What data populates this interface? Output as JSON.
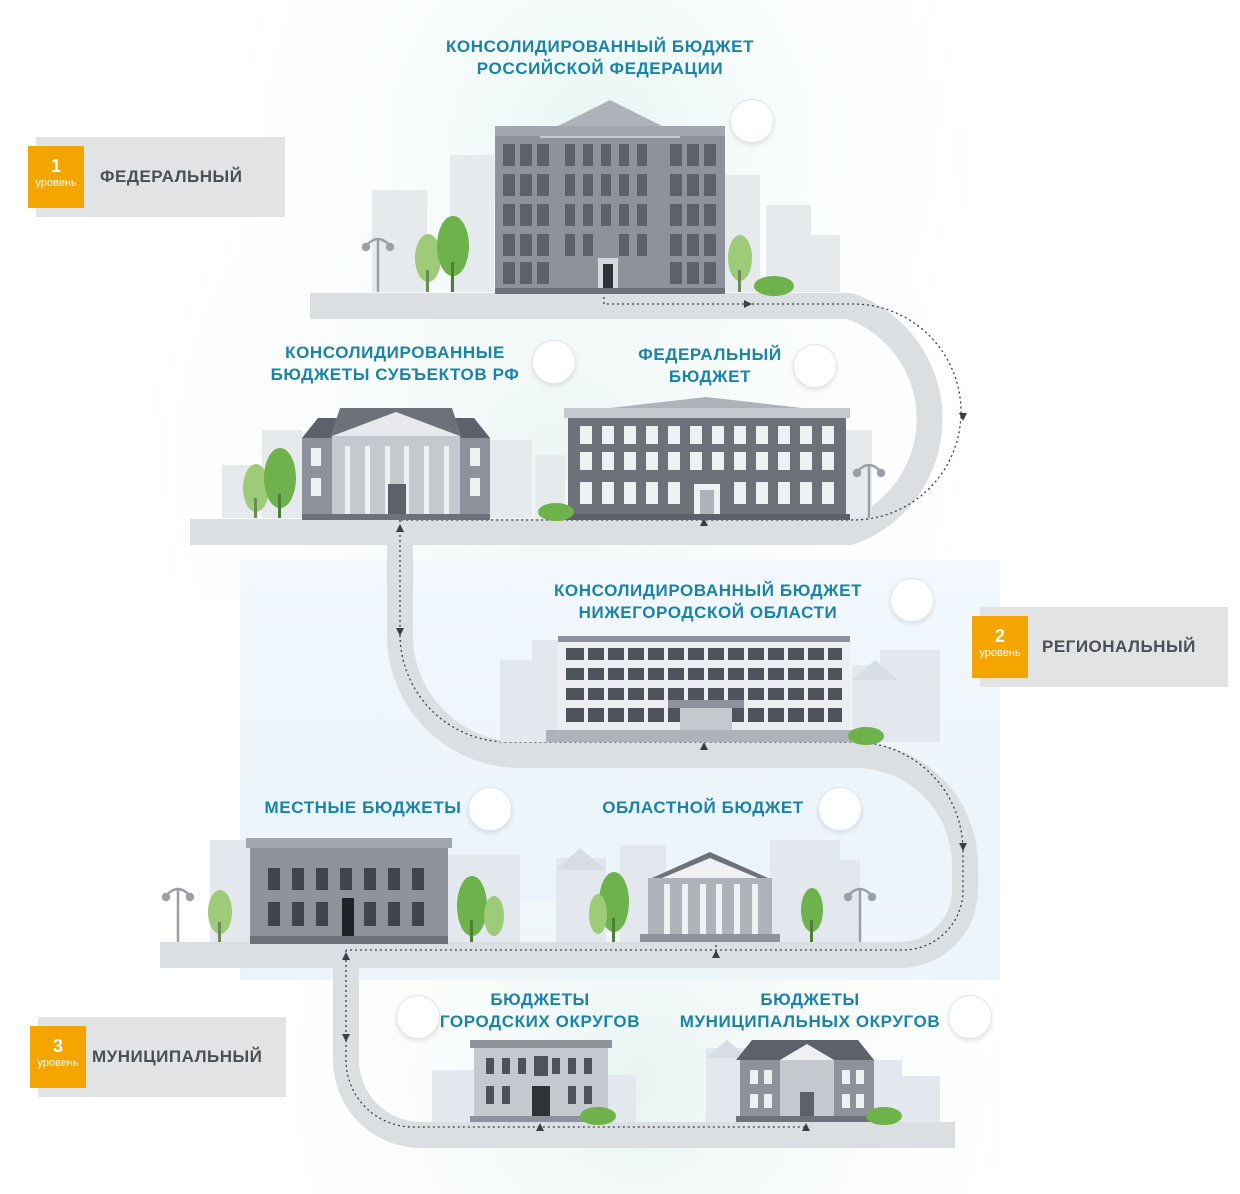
{
  "nodes": {
    "consolidated_rf": "КОНСОЛИДИРОВАННЫЙ БЮДЖЕТ\nРОССИЙСКОЙ ФЕДЕРАЦИИ",
    "consolidated_subjects": "КОНСОЛИДИРОВАННЫЕ\nБЮДЖЕТЫ СУБЪЕКТОВ РФ",
    "federal_budget": "ФЕДЕРАЛЬНЫЙ\nБЮДЖЕТ",
    "consolidated_region": "КОНСОЛИДИРОВАННЫЙ БЮДЖЕТ\nНИЖЕГОРОДСКОЙ ОБЛАСТИ",
    "local_budgets": "МЕСТНЫЕ БЮДЖЕТЫ",
    "oblast_budget": "ОБЛАСТНОЙ БЮДЖЕТ",
    "city_districts": "БЮДЖЕТЫ\nГОРОДСКИХ ОКРУГОВ",
    "municipal_districts": "БЮДЖЕТЫ\nМУНИЦИПАЛЬНЫХ ОКРУГОВ"
  },
  "levels": [
    {
      "number": "1",
      "unit": "уровень",
      "name": "ФЕДЕРАЛЬНЫЙ"
    },
    {
      "number": "2",
      "unit": "уровень",
      "name": "РЕГИОНАЛЬНЫЙ"
    },
    {
      "number": "3",
      "unit": "уровень",
      "name": "МУНИЦИПАЛЬНЫЙ"
    }
  ],
  "colors": {
    "accent": "#1a84a6",
    "badge": "#f5a500",
    "road": "#dcdfe1",
    "building": "#8d929c",
    "tree": "#6db24a"
  },
  "icons": [
    "building-icon",
    "tree-icon",
    "street-lamp-icon",
    "bush-icon",
    "arrow-icon",
    "flow-line-icon"
  ]
}
